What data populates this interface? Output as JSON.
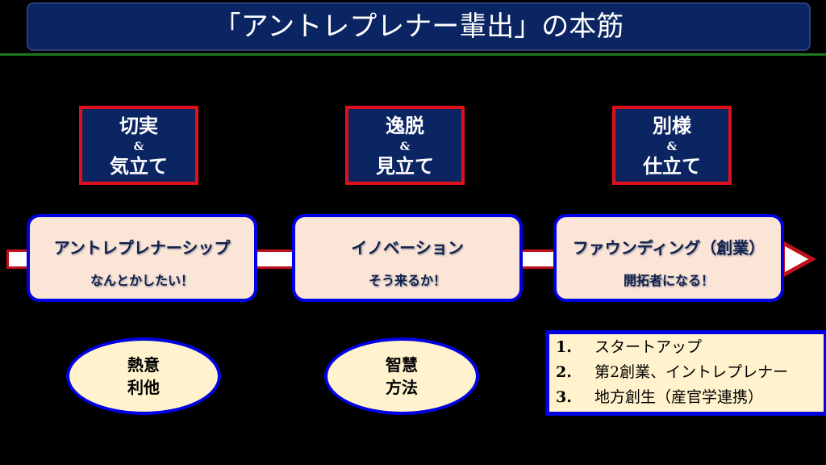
{
  "title": "「アントレプレナー輩出」の本筋",
  "stages": [
    {
      "top": "切実",
      "amp": "&",
      "bottom": "気立て",
      "main": "アントレプレナーシップ",
      "sub": "なんとかしたい！"
    },
    {
      "top": "逸脱",
      "amp": "&",
      "bottom": "見立て",
      "main": "イノベーション",
      "sub": "そう来るか！"
    },
    {
      "top": "別様",
      "amp": "&",
      "bottom": "仕立て",
      "main": "ファウンディング（創業）",
      "sub": "開拓者になる！"
    }
  ],
  "ovals": [
    {
      "l1": "熱意",
      "l2": "利他"
    },
    {
      "l1": "智慧",
      "l2": "方法"
    }
  ],
  "list": [
    {
      "num": "1.",
      "text": "スタートアップ"
    },
    {
      "num": "2.",
      "text": "第2創業、イントレプレナー"
    },
    {
      "num": "3.",
      "text": "地方創生（産官学連携）"
    }
  ]
}
